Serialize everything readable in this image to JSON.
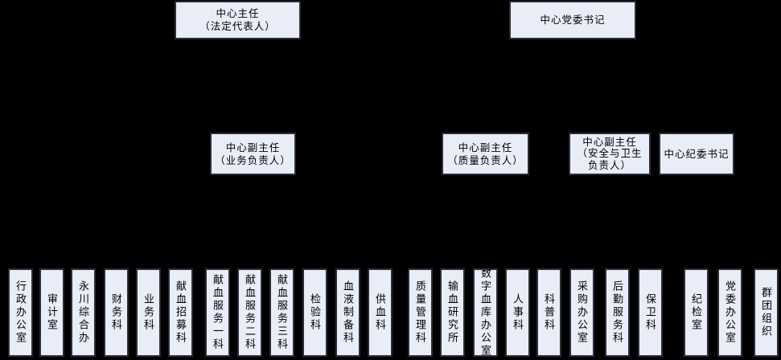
{
  "colors": {
    "background": "#000000",
    "box_fill": "#e9edf8",
    "box_border": "#2f2f3a",
    "text": "#000000"
  },
  "org_chart": {
    "level1": [
      {
        "role": "center-director",
        "label_lines": [
          "中心主任",
          "（法定代表人）"
        ]
      },
      {
        "role": "party-committee-secretary",
        "label_lines": [
          "中心党委书记"
        ]
      }
    ],
    "level2": [
      {
        "role": "deputy-director-business",
        "label_lines": [
          "中心副主任",
          "（业务负责人）"
        ]
      },
      {
        "role": "deputy-director-quality",
        "label_lines": [
          "中心副主任",
          "（质量负责人）"
        ]
      },
      {
        "role": "deputy-director-safety-health",
        "label_lines": [
          "中心副主任",
          "（安全与卫生",
          "负责人）"
        ]
      },
      {
        "role": "discipline-committee-secretary",
        "label_lines": [
          "中心纪委书记"
        ]
      }
    ],
    "departments": [
      "行政办公室",
      "审计室",
      "永川综合办",
      "财务科",
      "业务科",
      "献血招募科",
      "献血服务一科",
      "献血服务二科",
      "献血服务三科",
      "检验科",
      "血液制备科",
      "供血科",
      "质量管理科",
      "输血研究所",
      "数字血库办公室",
      "人事科",
      "科普科",
      "采购办公室",
      "后勤服务科",
      "保卫科",
      "纪检室",
      "党委办公室",
      "群团组织"
    ]
  }
}
